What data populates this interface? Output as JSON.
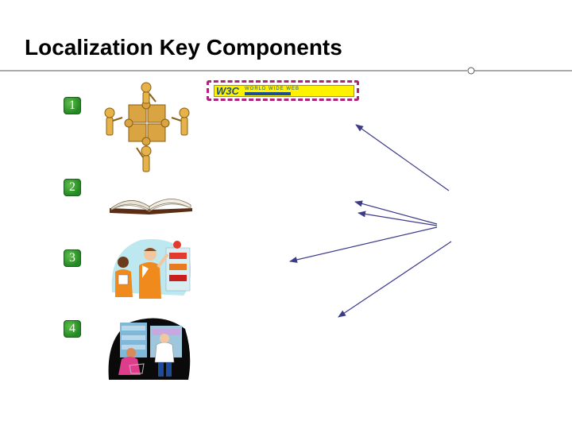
{
  "slide": {
    "title": "Localization Key Components"
  },
  "numbered_items": [
    {
      "label": "1",
      "image": "people-puzzle-icon"
    },
    {
      "label": "2",
      "image": "open-book-icon"
    },
    {
      "label": "3",
      "image": "shop-workers-icon"
    },
    {
      "label": "4",
      "image": "shopping-people-icon"
    }
  ],
  "w3c_banner": {
    "logo_text": "W3C",
    "subtitle": "WORLD WIDE WEB"
  },
  "colors": {
    "badge_green": "#238a23",
    "arrow": "#3b3b8a",
    "banner_border": "#b0237a",
    "banner_fill": "#fff200"
  }
}
